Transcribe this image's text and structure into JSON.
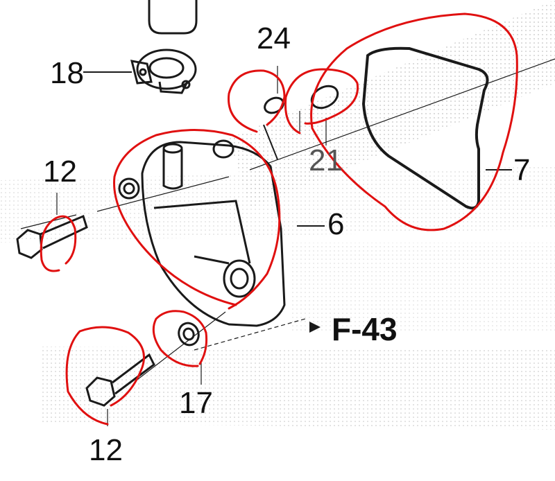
{
  "labels": {
    "part_24": "24",
    "part_18": "18",
    "part_21": "21",
    "part_7": "7",
    "part_12_top": "12",
    "part_6": "6",
    "part_17": "17",
    "part_12_bottom": "12",
    "ref_f43": "F-43"
  },
  "colors": {
    "line": "#1a1a1a",
    "annotation": "#e01010",
    "watermark": "#c9c9c9"
  }
}
